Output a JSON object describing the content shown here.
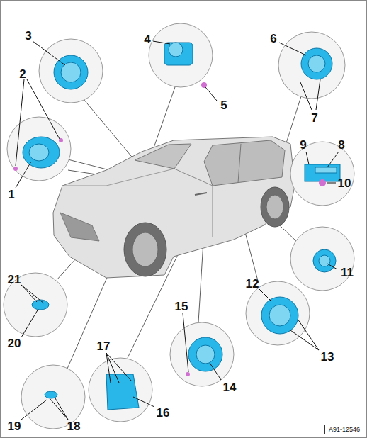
{
  "diagram": {
    "nodes": [
      {
        "text": [
          "A91-12546"
        ]
      }
    ],
    "labels": [
      "3",
      "4",
      "6",
      "2",
      "5",
      "7",
      "9",
      "8",
      "1",
      "10",
      "11",
      "12",
      "21",
      "15",
      "17",
      "13",
      "20",
      "14",
      "16",
      "19",
      "18"
    ]
  }
}
